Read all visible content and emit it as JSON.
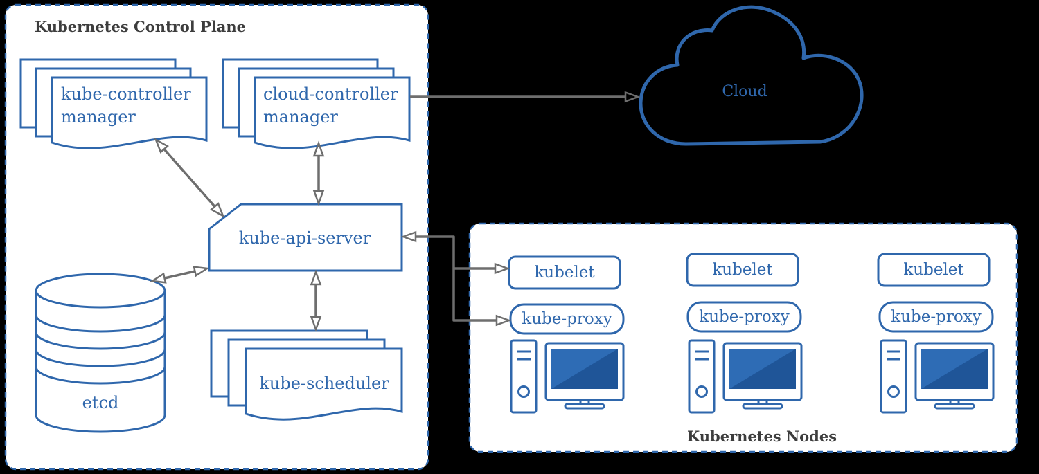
{
  "colors": {
    "background": "#000000",
    "accent_blue": "#2f67ac",
    "panel_fill": "#ffffff",
    "arrow_gray": "#6e6e6e",
    "heading_text": "#3d3d3d",
    "screen_blue": "#2e6cb5"
  },
  "control_plane": {
    "title": "Kubernetes Control Plane",
    "kube_controller_manager": "kube-controller manager",
    "cloud_controller_manager": "cloud-controller manager",
    "kube_api_server": "kube-api-server",
    "etcd": "etcd",
    "kube_scheduler": "kube-scheduler"
  },
  "cloud": {
    "label": "Cloud"
  },
  "nodes_panel": {
    "title": "Kubernetes Nodes",
    "nodes": [
      {
        "kubelet": "kubelet",
        "kube_proxy": "kube-proxy"
      },
      {
        "kubelet": "kubelet",
        "kube_proxy": "kube-proxy"
      },
      {
        "kubelet": "kubelet",
        "kube_proxy": "kube-proxy"
      }
    ]
  },
  "icons": {
    "cloud": "cloud-outline-icon",
    "etcd": "database-cylinder-icon",
    "controller_docs": "document-stack-icon",
    "node_hardware": "tower-and-monitor-icon"
  }
}
